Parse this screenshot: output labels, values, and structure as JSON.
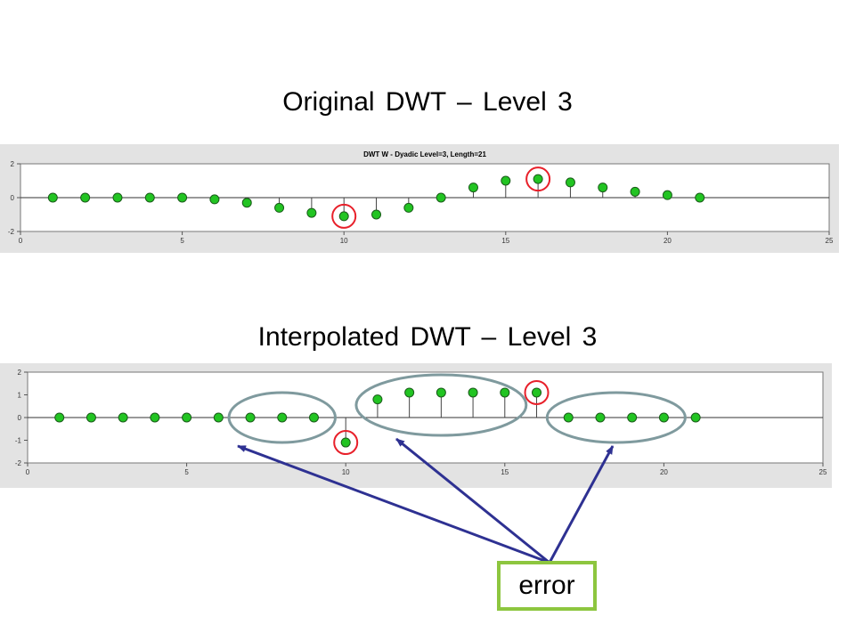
{
  "slide": {
    "title_top": "Original DWT – Level 3",
    "title_bottom": "Interpolated DWT – Level 3",
    "error_label": "error"
  },
  "colors": {
    "marker_fill": "#22c422",
    "marker_stroke": "#1a5c1a",
    "highlight_circle": "#e8202a",
    "group_ellipse": "#7f9a9e",
    "arrow": "#2e3192",
    "error_border": "#8dc63f",
    "panel_bg": "#e3e3e3"
  },
  "chart_data": [
    {
      "type": "stem",
      "title": "DWT W - Dyadic Level=3, Length=21",
      "xlim": [
        0,
        25
      ],
      "ylim": [
        -2,
        2
      ],
      "xticks": [
        "0",
        "5",
        "10",
        "15",
        "20",
        "25"
      ],
      "yticks": [
        "2",
        "0",
        "-2"
      ],
      "series": [
        {
          "x": [
            1,
            2,
            3,
            4,
            5,
            6,
            7,
            8,
            9,
            10,
            11,
            12,
            13,
            14,
            15,
            16,
            17,
            18,
            19,
            20,
            21
          ],
          "y": [
            0,
            0,
            0,
            0,
            0,
            -0.1,
            -0.3,
            -0.6,
            -0.9,
            -1.1,
            -1.0,
            -0.6,
            0,
            0.6,
            1.0,
            1.1,
            0.9,
            0.6,
            0.35,
            0.15,
            0
          ]
        }
      ],
      "highlight_circles_at_x": [
        10,
        16
      ]
    },
    {
      "type": "stem",
      "title": "",
      "xlim": [
        0,
        25
      ],
      "ylim": [
        -2,
        2
      ],
      "xticks": [
        "0",
        "5",
        "10",
        "15",
        "20",
        "25"
      ],
      "yticks": [
        "2",
        "1",
        "0",
        "-1",
        "-2"
      ],
      "series": [
        {
          "x": [
            1,
            2,
            3,
            4,
            5,
            6,
            7,
            8,
            9,
            10,
            11,
            12,
            13,
            14,
            15,
            16,
            17,
            18,
            19,
            20,
            21
          ],
          "y": [
            0,
            0,
            0,
            0,
            0,
            0,
            0,
            0,
            0,
            -1.1,
            0.8,
            1.1,
            1.1,
            1.1,
            1.1,
            1.1,
            0,
            0,
            0,
            0,
            0
          ]
        }
      ],
      "highlight_circles_at_x": [
        10,
        16
      ],
      "error_groups_x": [
        [
          7,
          9
        ],
        [
          11,
          15
        ],
        [
          17,
          20
        ]
      ]
    }
  ]
}
